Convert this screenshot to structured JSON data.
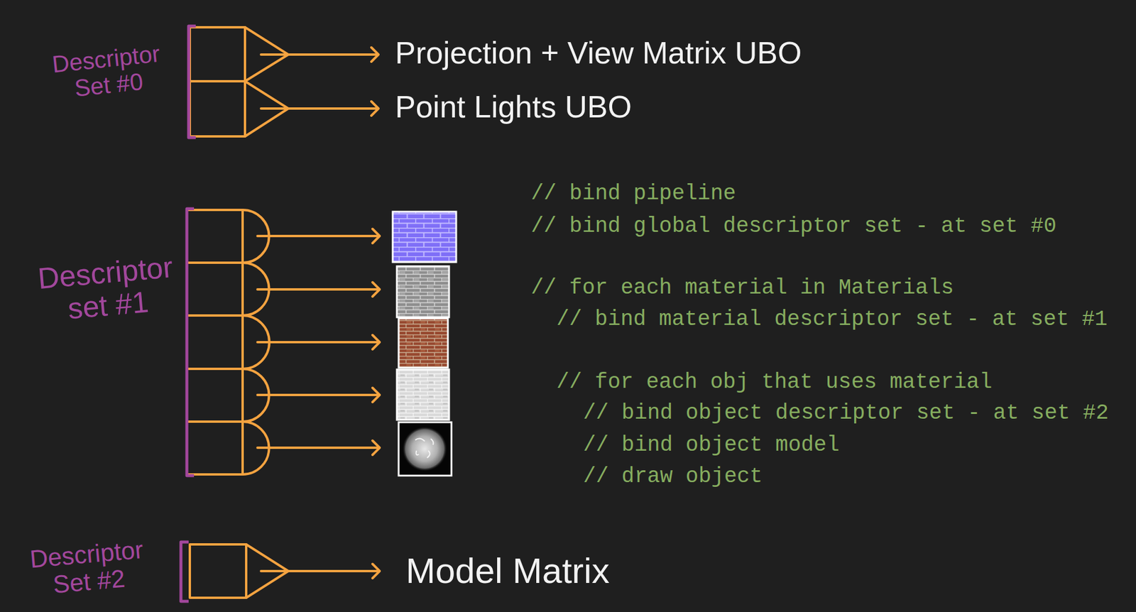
{
  "diagram": {
    "labels": [
      "Descriptor Set #0",
      "Projection + View Matrix UBO",
      "Point Lights UBO",
      "Descriptor set #1",
      "// bind pipeline",
      "// bind global descriptor set - at set #0",
      "// for each material in Materials",
      "// bind material descriptor set - at set #1",
      "// for each obj that uses material",
      "// bind object descriptor set - at set #2",
      "// bind object model",
      "// draw object",
      "Descriptor Set #2",
      "Model Matrix"
    ]
  }
}
